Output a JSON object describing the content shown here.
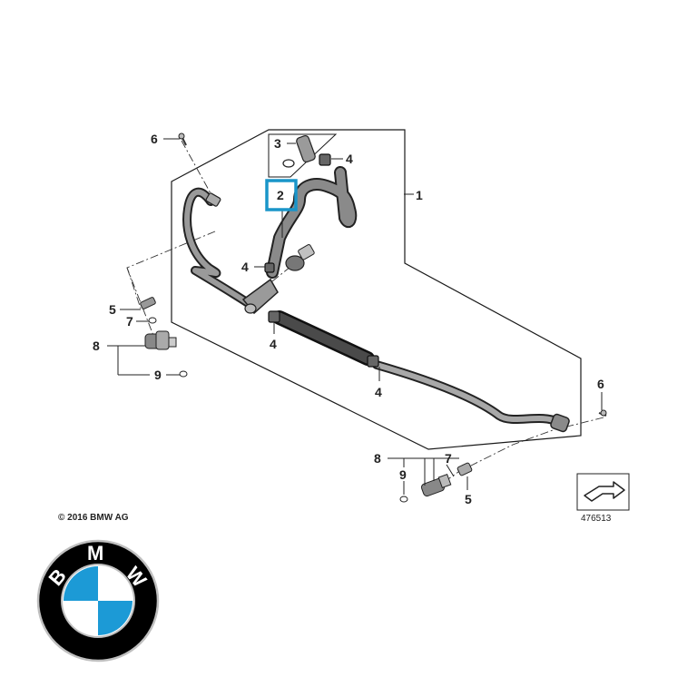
{
  "diagram": {
    "callouts": {
      "c1": "1",
      "c2": "2",
      "c3": "3",
      "c4a": "4",
      "c4b": "4",
      "c4c": "4",
      "c4d": "4",
      "c5a": "5",
      "c5b": "5",
      "c6a": "6",
      "c6b": "6",
      "c7a": "7",
      "c7b": "7",
      "c8a": "8",
      "c8b": "8",
      "c9a": "9",
      "c9b": "9"
    },
    "highlight_color": "#1a95c9"
  },
  "footer": {
    "copyright": "© 2016 BMW AG",
    "diagram_number": "476513"
  },
  "logo": {
    "letters": "BMW",
    "colors": {
      "ring": "#000000",
      "blue": "#1c9ad6",
      "white": "#ffffff",
      "rim": "#bfbfbf"
    }
  }
}
